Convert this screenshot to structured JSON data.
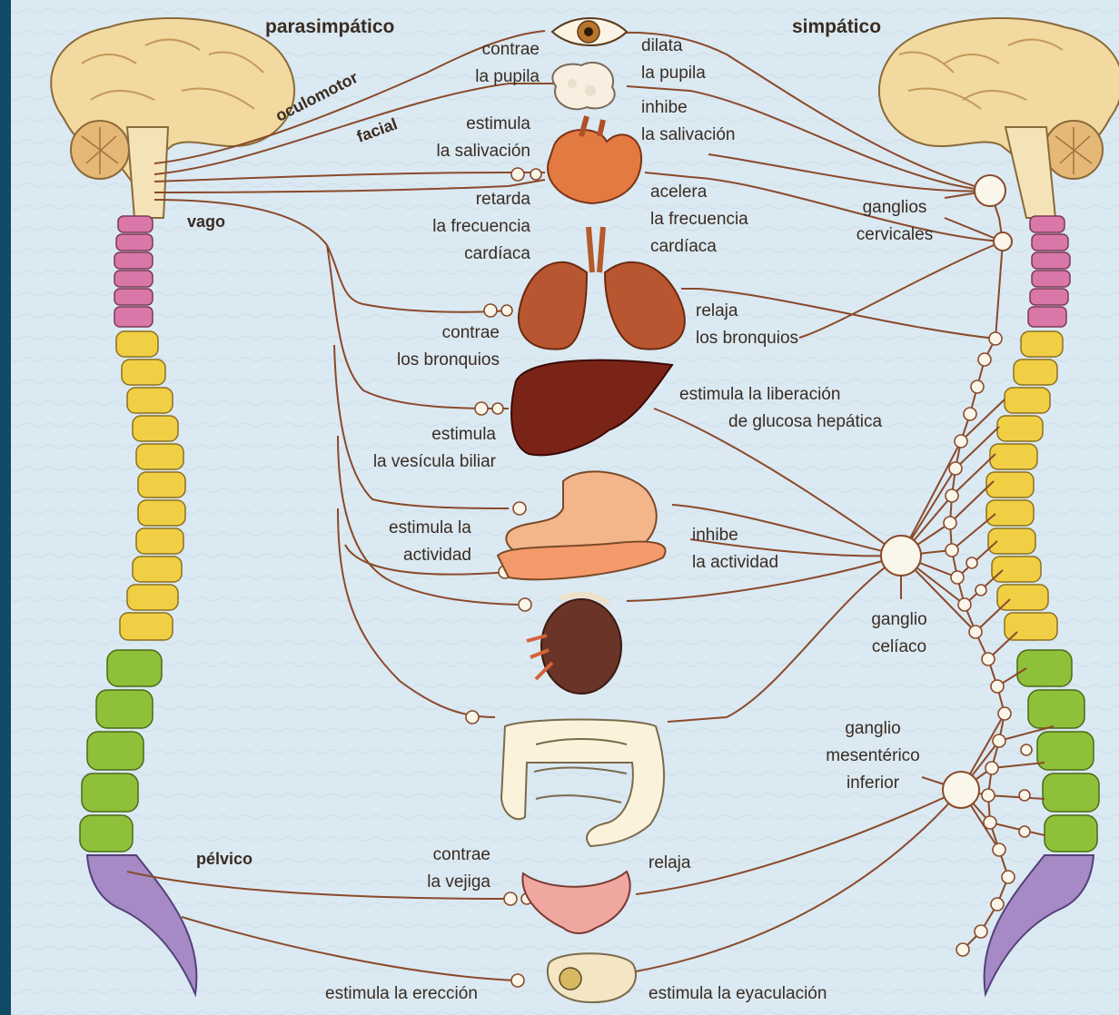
{
  "headers": {
    "left": "parasimpático",
    "right": "simpático"
  },
  "nerves": {
    "oculomotor": "oculomotor",
    "facial": "facial",
    "vago": "vago",
    "pelvico": "pélvico"
  },
  "parasympathetic_effects": {
    "pupil": [
      "contrae",
      "la pupila"
    ],
    "saliva": [
      "estimula",
      "la salivación"
    ],
    "heart": [
      "retarda",
      "la frecuencia",
      "cardíaca"
    ],
    "bronchi": [
      "contrae",
      "los bronquios"
    ],
    "gallbladder": [
      "estimula",
      "la vesícula biliar"
    ],
    "digestion": [
      "estimula la",
      "actividad"
    ],
    "bladder": [
      "contrae",
      "la vejiga"
    ],
    "genital": "estimula la erección"
  },
  "sympathetic_effects": {
    "pupil": [
      "dilata",
      "la pupila"
    ],
    "saliva": [
      "inhibe",
      "la salivación"
    ],
    "heart": [
      "acelera",
      "la frecuencia",
      "cardíaca"
    ],
    "bronchi": [
      "relaja",
      "los bronquios"
    ],
    "liver": [
      "estimula la liberación",
      "de glucosa hepática"
    ],
    "digestion": [
      "inhibe",
      "la actividad"
    ],
    "bladder": "relaja",
    "genital": "estimula la eyaculación"
  },
  "ganglia": {
    "cervical": [
      "ganglios",
      "cervicales"
    ],
    "celiac": [
      "ganglio",
      "celíaco"
    ],
    "mesenteric": [
      "ganglio",
      "mesentérico",
      "inferior"
    ]
  },
  "colors": {
    "background": "#dbe9f2",
    "frame": "#0f4a66",
    "nerve": "#8a4a2a",
    "cervical_segments": "#d977a8",
    "thoracic_segments": "#f0cf45",
    "lumbar_segments": "#8fc03a",
    "sacral_segments": "#a58ac6",
    "brain": "#f2d9a0"
  }
}
